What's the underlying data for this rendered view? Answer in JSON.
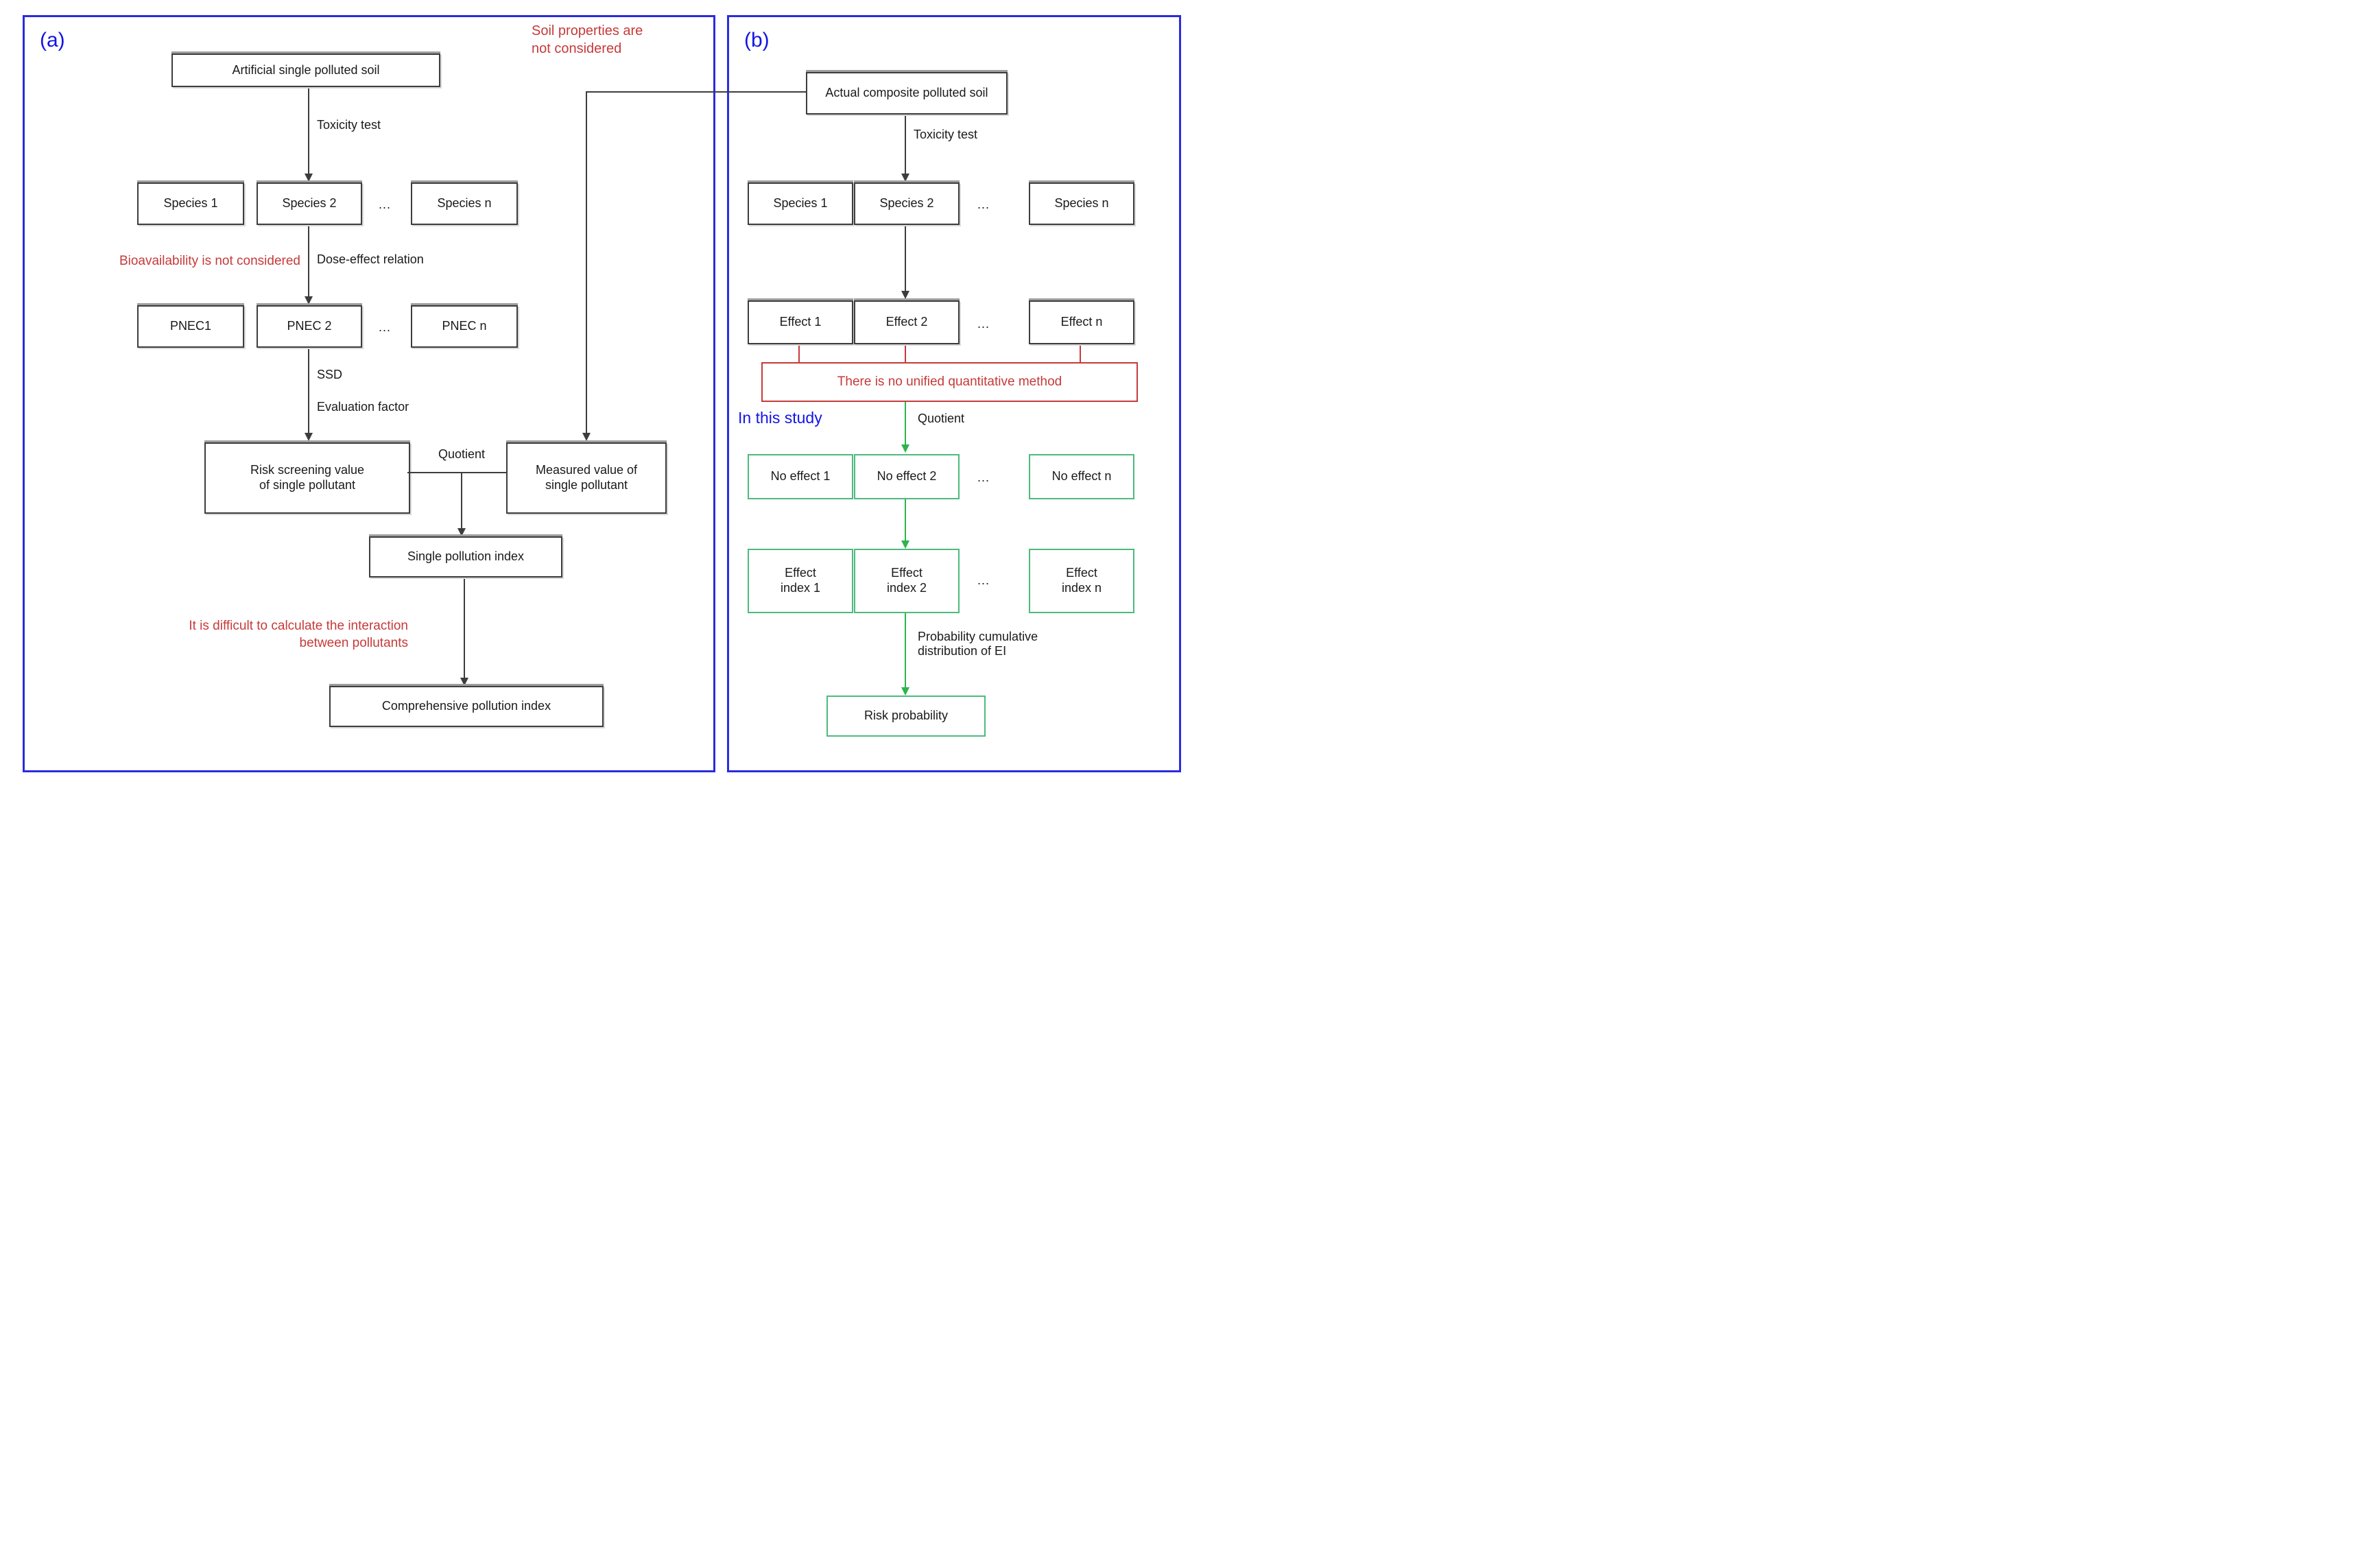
{
  "colors": {
    "panel_border_blue": "#2b2be0",
    "label_blue": "#1414e6",
    "note_red": "#c63a3a",
    "green_box_border": "#4dba7d",
    "green_arrow": "#2db44e",
    "box_border_black": "#3d3d3d"
  },
  "panel_a": {
    "label": "(a)",
    "nodes": {
      "artificial_soil": "Artificial single polluted soil",
      "species_1": "Species 1",
      "species_2": "Species 2",
      "species_dots": "...",
      "species_n": "Species n",
      "pnec_1": "PNEC1",
      "pnec_2": "PNEC 2",
      "pnec_dots": "...",
      "pnec_n": "PNEC n",
      "risk_screening": "Risk screening value\nof single pollutant",
      "measured_value": "Measured value of\nsingle pollutant",
      "single_index": "Single pollution index",
      "comprehensive_index": "Comprehensive pollution index"
    },
    "edge_labels": {
      "toxicity_test": "Toxicity test",
      "dose_effect": "Dose-effect relation",
      "ssd": "SSD",
      "evaluation_factor": "Evaluation factor",
      "quotient": "Quotient"
    },
    "notes": {
      "bioavailability": "Bioavailability is not considered",
      "interaction": "It is difficult to calculate the interaction\nbetween pollutants",
      "soil_properties": "Soil properties are\nnot considered"
    }
  },
  "panel_b": {
    "label": "(b)",
    "nodes": {
      "actual_soil": "Actual composite polluted soil",
      "species_1": "Species 1",
      "species_2": "Species 2",
      "species_dots": "...",
      "species_n": "Species n",
      "effect_1": "Effect 1",
      "effect_2": "Effect 2",
      "effect_dots": "...",
      "effect_n": "Effect n",
      "no_unified_method": "There is no unified quantitative method",
      "no_effect_1": "No effect 1",
      "no_effect_2": "No effect 2",
      "no_effect_dots": "...",
      "no_effect_n": "No effect n",
      "effect_index_1": "Effect\nindex 1",
      "effect_index_2": "Effect\nindex 2",
      "effect_index_dots": "...",
      "effect_index_n": "Effect\nindex n",
      "risk_probability": "Risk probability"
    },
    "edge_labels": {
      "toxicity_test": "Toxicity test",
      "quotient": "Quotient",
      "probability_cumulative": "Probability cumulative\ndistribution of EI"
    },
    "notes": {
      "in_this_study": "In this study"
    }
  }
}
